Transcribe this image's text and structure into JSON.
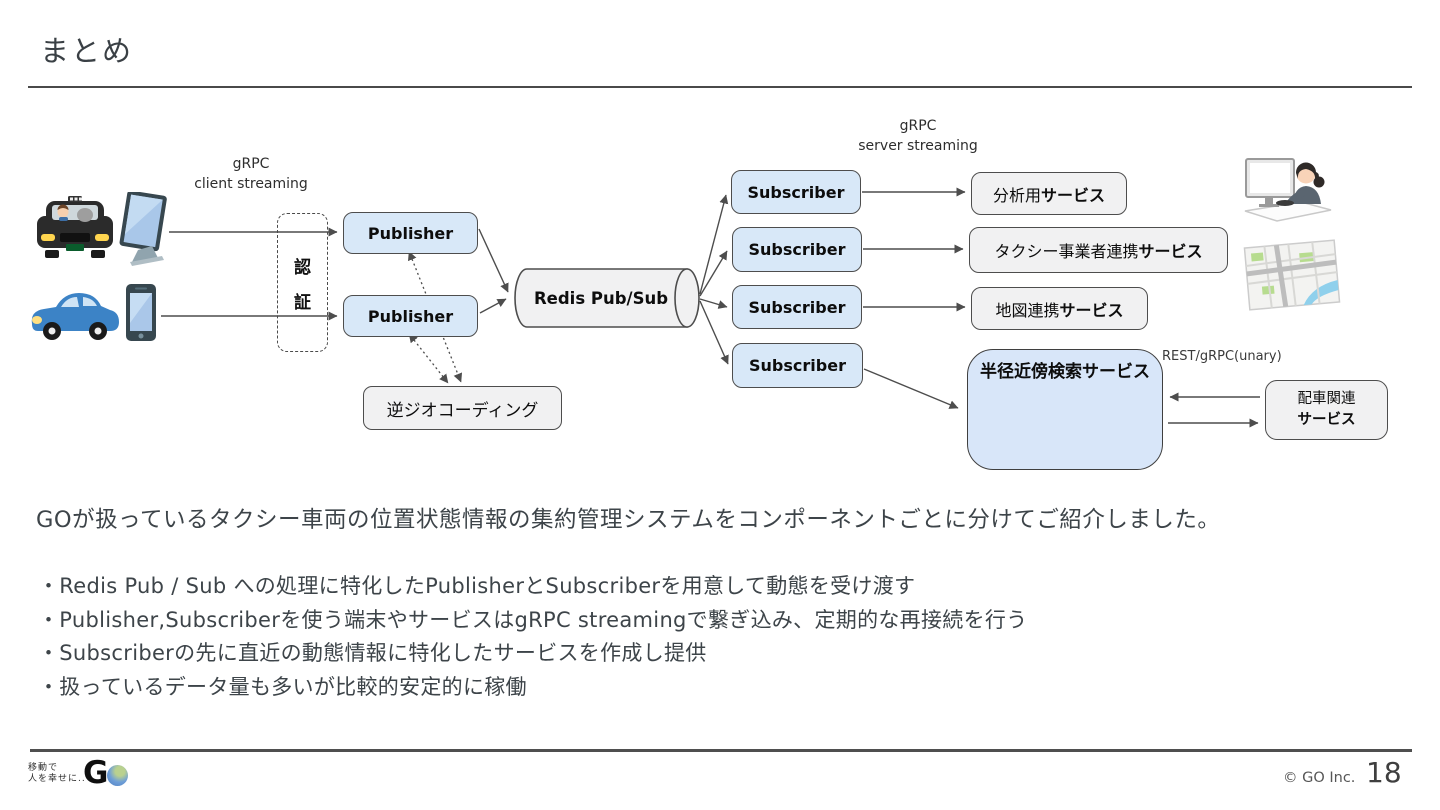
{
  "slide": {
    "title": "まとめ",
    "footer": {
      "tagline_line1": "移動で",
      "tagline_line2": "人を幸せに..",
      "brand_letter": "G",
      "copyright": "© GO Inc.",
      "page_number": "18"
    }
  },
  "diagram": {
    "client_streaming": {
      "line1": "gRPC",
      "line2": "client streaming"
    },
    "server_streaming": {
      "line1": "gRPC",
      "line2": "server streaming"
    },
    "rest_label": "REST/gRPC(unary)",
    "auth": {
      "char1": "認",
      "char2": "証"
    },
    "publishers": [
      "Publisher",
      "Publisher"
    ],
    "redis": "Redis Pub/Sub",
    "subscribers": [
      "Subscriber",
      "Subscriber",
      "Subscriber",
      "Subscriber"
    ],
    "reverse_geocoding": "逆ジオコーディング",
    "services": [
      {
        "name": "分析用",
        "bold": "サービス"
      },
      {
        "name": "タクシー事業者連携",
        "bold": "サービス"
      },
      {
        "name": "地図連携",
        "bold": "サービス"
      }
    ],
    "radius_service": "半径近傍検索サービス",
    "dispatch_service": {
      "line1": "配車関連",
      "line2": "サービス"
    },
    "icons": [
      "taxi-icon",
      "tablet-icon",
      "car-icon",
      "smartphone-icon",
      "operator-at-pc-icon",
      "map-icon",
      "database-cylinder-icon",
      "redis-cylinder-icon"
    ],
    "colors": {
      "node_blue": "#d8e8f8",
      "node_gray": "#f1f1f2",
      "radius_box_blue": "#d8e6f9",
      "db_cylinder_blue": "#b5c9f3",
      "border_gray": "#4d4d4d"
    }
  },
  "summary": {
    "lead": "GOが扱っているタクシー車両の位置状態情報の集約管理システムをコンポーネントごとに分けてご紹介しました。",
    "bullets": [
      "・Redis Pub / Sub への処理に特化したPublisherとSubscriberを用意して動態を受け渡す",
      "・Publisher,Subscriberを使う端末やサービスはgRPC streamingで繋ぎ込み、定期的な再接続を行う",
      "・Subscriberの先に直近の動態情報に特化したサービスを作成し提供",
      "・扱っているデータ量も多いが比較的安定的に稼働"
    ]
  }
}
